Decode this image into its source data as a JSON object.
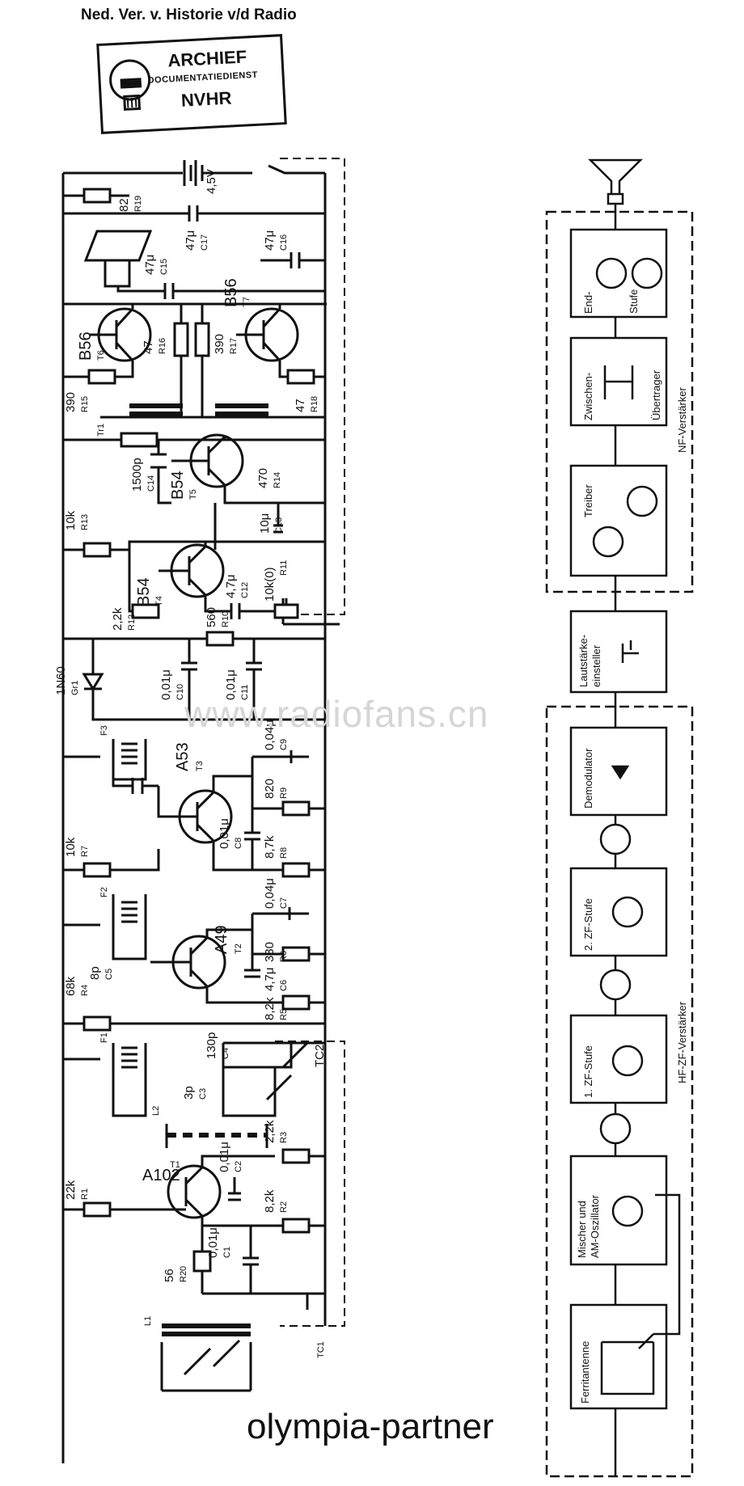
{
  "header": {
    "title": "Ned. Ver. v. Historie v/d Radio",
    "stamp_line1": "ARCHIEF",
    "stamp_line2": "DOCUMENTATIEDIENST",
    "stamp_line3": "NVHR"
  },
  "watermark": "www.radiofans.cn",
  "footer": {
    "model": "olympia-partner"
  },
  "schematic": {
    "battery": "4,5V",
    "components": {
      "r19": "82",
      "r19_ref": "R19",
      "c17": "47μ",
      "c17_ref": "C17",
      "c16": "47μ",
      "c16_ref": "C16",
      "c15": "47μ",
      "c15_ref": "C15",
      "t6": "B56",
      "t6_ref": "T6",
      "t7": "B56",
      "t7_ref": "T7",
      "r16": "47",
      "r16_ref": "R16",
      "r17": "390",
      "r17_ref": "R17",
      "r15": "390",
      "r15_ref": "R15",
      "r18": "47",
      "r18_ref": "R18",
      "tr1": "Tr1",
      "c14": "1500p",
      "c14_ref": "C14",
      "t5": "B54",
      "t5_ref": "T5",
      "r14": "470",
      "r14_ref": "R14",
      "r13": "10k",
      "r13_ref": "R13",
      "c13": "10μ",
      "c13_ref": "C13",
      "t4": "B54",
      "t4_ref": "T4",
      "c12": "4,7μ",
      "c12_ref": "C12",
      "r11": "10k(0)",
      "r11_ref": "R11",
      "r12": "2,2k",
      "r12_ref": "R12",
      "r10": "560",
      "r10_ref": "R10",
      "gr1": "1N60",
      "gr1_ref": "Gr1",
      "c10": "0,01μ",
      "c10_ref": "C10",
      "c11": "0,01μ",
      "c11_ref": "C11",
      "f3": "F3",
      "c9": "0,04μ",
      "c9_ref": "C9",
      "t3": "A53",
      "t3_ref": "T3",
      "r9": "820",
      "r9_ref": "R9",
      "r7": "10k",
      "r7_ref": "R7",
      "c8": "0,01μ",
      "c8_ref": "C8",
      "r8": "8,7k",
      "r8_ref": "R8",
      "c7b": "0,04μ",
      "c7b_ref": "C7",
      "f2": "F2",
      "r6": "330",
      "r6_ref": "R6",
      "t2": "A49",
      "t2_ref": "T2",
      "c6": "4,7μ",
      "c6_ref": "C6",
      "r4": "68k",
      "r4_ref": "R4",
      "c5": "8p",
      "c5_ref": "C5",
      "r5": "8,2k",
      "r5_ref": "R5",
      "f1": "F1",
      "c4": "130p",
      "c4_ref": "C4",
      "c3": "3p",
      "c3_ref": "C3",
      "tc2": "TC2",
      "l2": "L2",
      "c2": "0,01μ",
      "c2_ref": "C2",
      "r3": "2,2k",
      "r3_ref": "R3",
      "t1": "A102",
      "t1_ref": "T1",
      "r1": "22k",
      "r1_ref": "R1",
      "r2": "8,2k",
      "r2_ref": "R2",
      "r20": "56",
      "r20_ref": "R20",
      "c1": "0,01μ",
      "c1_ref": "C1",
      "l1": "L1",
      "tc1": "TC1"
    }
  },
  "blocks": {
    "end_stufe_a": "End-",
    "end_stufe_b": "Stufe",
    "zwischen": "Zwischen-",
    "uebertrager": "Übertrager",
    "treiber": "Treiber",
    "nf_verstaerker": "NF-Verstärker",
    "lautstaerke_a": "Lautstärke-",
    "lautstaerke_b": "einsteller",
    "demodulator": "Demodulator",
    "zf2": "2. ZF-Stufe",
    "zf1": "1. ZF-Stufe",
    "hf_zf": "HF-ZF-Verstärker",
    "mischer_a": "Mischer und",
    "mischer_b": "AM-Oszillator",
    "ferrit": "Ferritantenne"
  }
}
